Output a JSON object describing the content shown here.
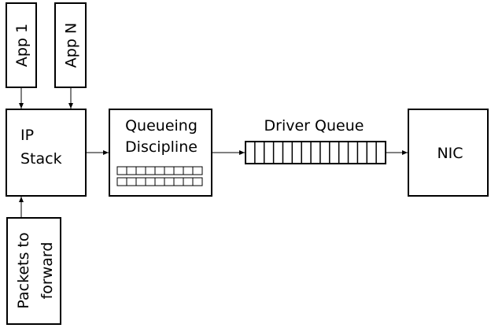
{
  "diagram": {
    "nodes": {
      "app1": {
        "label": "App 1"
      },
      "appn": {
        "label": "App N"
      },
      "ip_stack": {
        "line1": "IP",
        "line2": "Stack"
      },
      "qdisc": {
        "line1": "Queueing",
        "line2": "Discipline"
      },
      "driver_queue": {
        "label": "Driver Queue"
      },
      "nic": {
        "label": "NIC"
      },
      "packets": {
        "line1": "Packets to",
        "line2": "forward"
      }
    },
    "qdisc_queues": {
      "rows": 2,
      "cells_per_row": 9
    },
    "driver_queue_slots": 15
  }
}
